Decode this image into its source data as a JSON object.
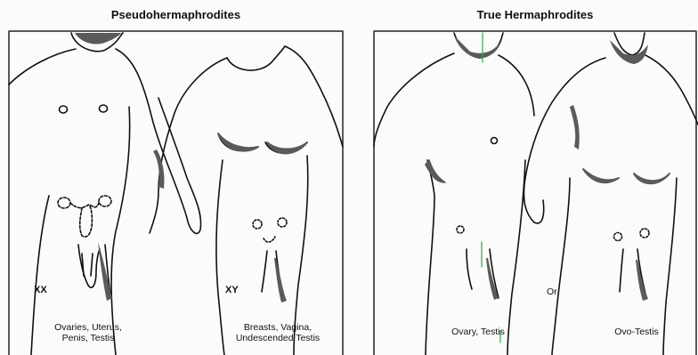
{
  "panels": {
    "left": {
      "title": "Pseudohermaphrodites",
      "figure_a": {
        "karyotype": "XX",
        "caption_line1": "Ovaries, Uterus,",
        "caption_line2": "Penis, Testis"
      },
      "figure_b": {
        "karyotype": "XY",
        "caption_line1": "Breasts, Vagina,",
        "caption_line2": "Undescended Testis"
      }
    },
    "right": {
      "title": "True Hermaphrodites",
      "figure_a": {
        "caption": "Ovary, Testis"
      },
      "separator": "Or",
      "figure_b": {
        "caption": "Ovo-Testis"
      }
    }
  },
  "colors": {
    "ink": "#111111",
    "shade": "#5a5a5a",
    "frame": "#222222",
    "green_mark": "#2fa84a"
  }
}
